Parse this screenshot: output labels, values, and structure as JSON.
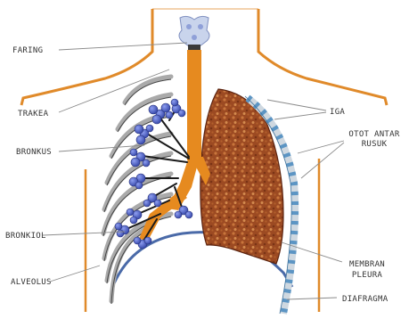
{
  "labels": {
    "faring": "FARING",
    "trakea": "TRAKEA",
    "bronkus": "BRONKUS",
    "bronkiol": "BRONKIOL",
    "alveolus": "ALVEOLUS",
    "iga": "IGA",
    "otot_antar_rusuk_line1": "OTOT ANTAR",
    "otot_antar_rusuk_line2": "RUSUK",
    "membran_pleura_line1": "MEMBRAN",
    "membran_pleura_line2": "PLEURA",
    "diafragma": "DIAFRAGMA"
  },
  "colors": {
    "body_outline": "#e08a2a",
    "airway": "#e68a1f",
    "lung_fill": "#9c4a22",
    "lung_texture": "#c8753c",
    "alveoli": "#4a5cc4",
    "ribs": "#aaaaaa",
    "intercostal": "#5c95c4",
    "diaphragm": "#4a6aa8"
  }
}
